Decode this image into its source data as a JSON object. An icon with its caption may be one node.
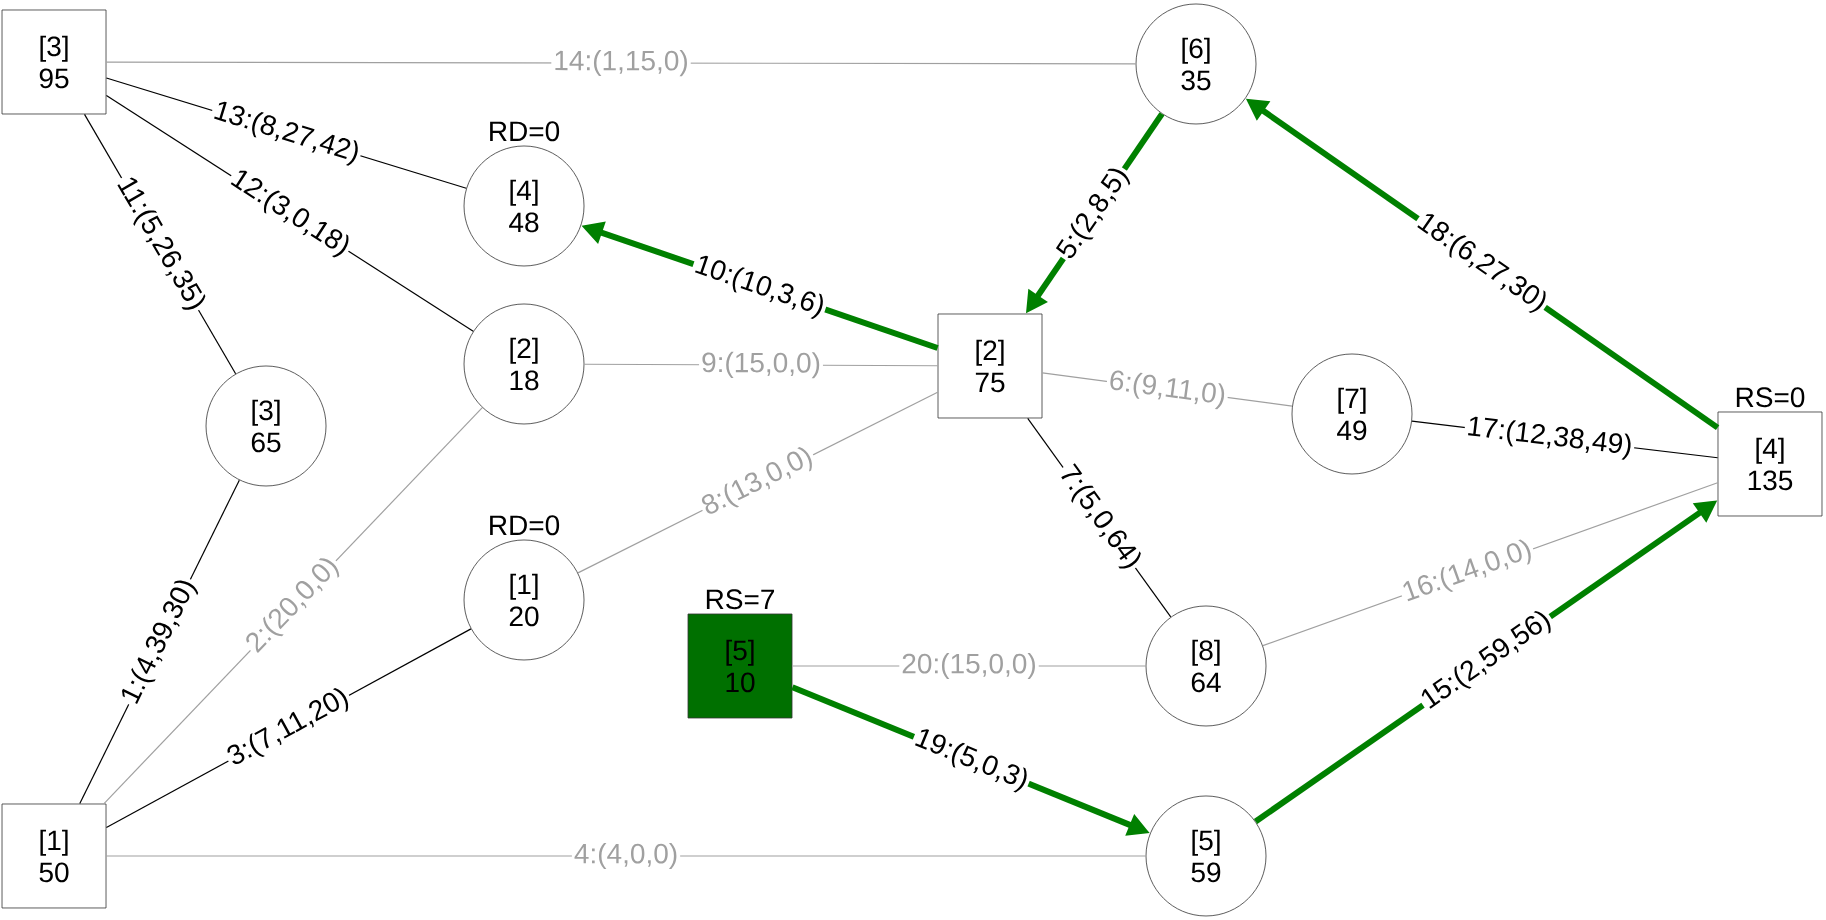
{
  "diagram": {
    "nodes": [
      {
        "text": [
          "[3]",
          "95"
        ]
      },
      {
        "text": [
          "[6]",
          "35"
        ]
      },
      {
        "text": [
          "[4]",
          "48"
        ],
        "beside": [
          "RD=0"
        ]
      },
      {
        "text": [
          "[2]",
          "18"
        ]
      },
      {
        "text": [
          "[2]",
          "75"
        ]
      },
      {
        "text": [
          "[3]",
          "65"
        ]
      },
      {
        "text": [
          "[7]",
          "49"
        ]
      },
      {
        "text": [
          "[4]",
          "135"
        ],
        "beside": [
          "RS=0"
        ]
      },
      {
        "text": [
          "[1]",
          "20"
        ],
        "beside": [
          "RD=0"
        ]
      },
      {
        "text": [
          "[5]",
          "10"
        ],
        "beside": [
          "RS=7"
        ]
      },
      {
        "text": [
          "[8]",
          "64"
        ]
      },
      {
        "text": [
          "[1]",
          "50"
        ]
      },
      {
        "text": [
          "[5]",
          "59"
        ]
      }
    ],
    "edges": [
      {
        "from": 11,
        "to": 5,
        "arrow": "none",
        "label": "1:(4,39,30)",
        "color": "#000000"
      },
      {
        "from": 11,
        "to": 3,
        "arrow": "none",
        "label": "2:(20,0,0)"
      },
      {
        "from": 11,
        "to": 8,
        "arrow": "none",
        "label": "3:(7,11,20)",
        "color": "#000000"
      },
      {
        "from": 11,
        "to": 12,
        "arrow": "none",
        "label": "4:(4,0,0)"
      },
      {
        "from": 1,
        "to": 4,
        "arrow": "to",
        "label": "5:(2,8,5)",
        "style": "thick",
        "color": "#008000"
      },
      {
        "from": 4,
        "to": 6,
        "arrow": "none",
        "label": "6:(9,11,0)"
      },
      {
        "from": 4,
        "to": 10,
        "arrow": "none",
        "label": "7:(5,0,64)",
        "color": "#000000"
      },
      {
        "from": 8,
        "to": 4,
        "arrow": "none",
        "label": "8:(13,0,0)"
      },
      {
        "from": 3,
        "to": 4,
        "arrow": "none",
        "label": "9:(15,0,0)"
      },
      {
        "from": 4,
        "to": 2,
        "arrow": "to",
        "label": "10:(10,3,6)",
        "style": "thick",
        "color": "#008000"
      },
      {
        "from": 0,
        "to": 5,
        "arrow": "none",
        "label": "11:(5,26,35)",
        "color": "#000000"
      },
      {
        "from": 0,
        "to": 3,
        "arrow": "none",
        "label": "12:(3,0,18)",
        "color": "#000000"
      },
      {
        "from": 0,
        "to": 2,
        "arrow": "none",
        "label": "13:(8,27,42)",
        "color": "#000000"
      },
      {
        "from": 0,
        "to": 1,
        "arrow": "none",
        "label": "14:(1,15,0)"
      },
      {
        "from": 12,
        "to": 7,
        "arrow": "to",
        "label": "15:(2,59,56)",
        "style": "thick",
        "color": "#008000"
      },
      {
        "from": 10,
        "to": 7,
        "arrow": "none",
        "label": "16:(14,0,0)"
      },
      {
        "from": 6,
        "to": 7,
        "arrow": "none",
        "label": "17:(12,38,49)",
        "color": "#000000"
      },
      {
        "from": 7,
        "to": 1,
        "arrow": "to",
        "label": "18:(6,27,30)",
        "style": "thick",
        "color": "#008000"
      },
      {
        "from": 9,
        "to": 12,
        "arrow": "to",
        "label": "19:(5,0,3)",
        "style": "thick",
        "color": "#008000"
      },
      {
        "from": 9,
        "to": 10,
        "arrow": "none",
        "label": "20:(15,0,0)"
      }
    ]
  }
}
